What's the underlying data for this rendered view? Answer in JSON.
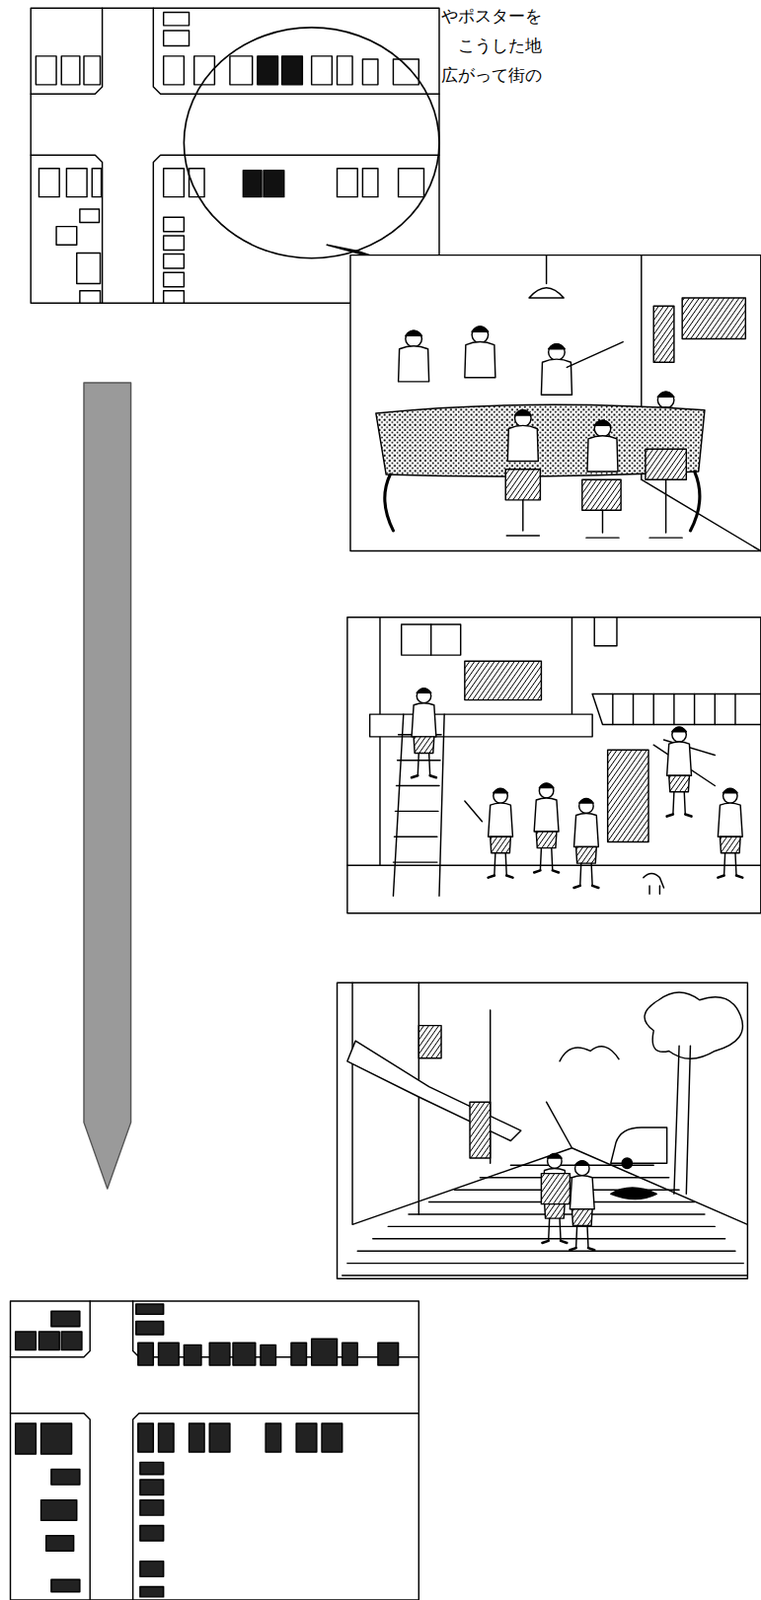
{
  "diagram": {
    "labels": [
      "やポスターを",
      "こうした地",
      "広がって街の"
    ]
  }
}
